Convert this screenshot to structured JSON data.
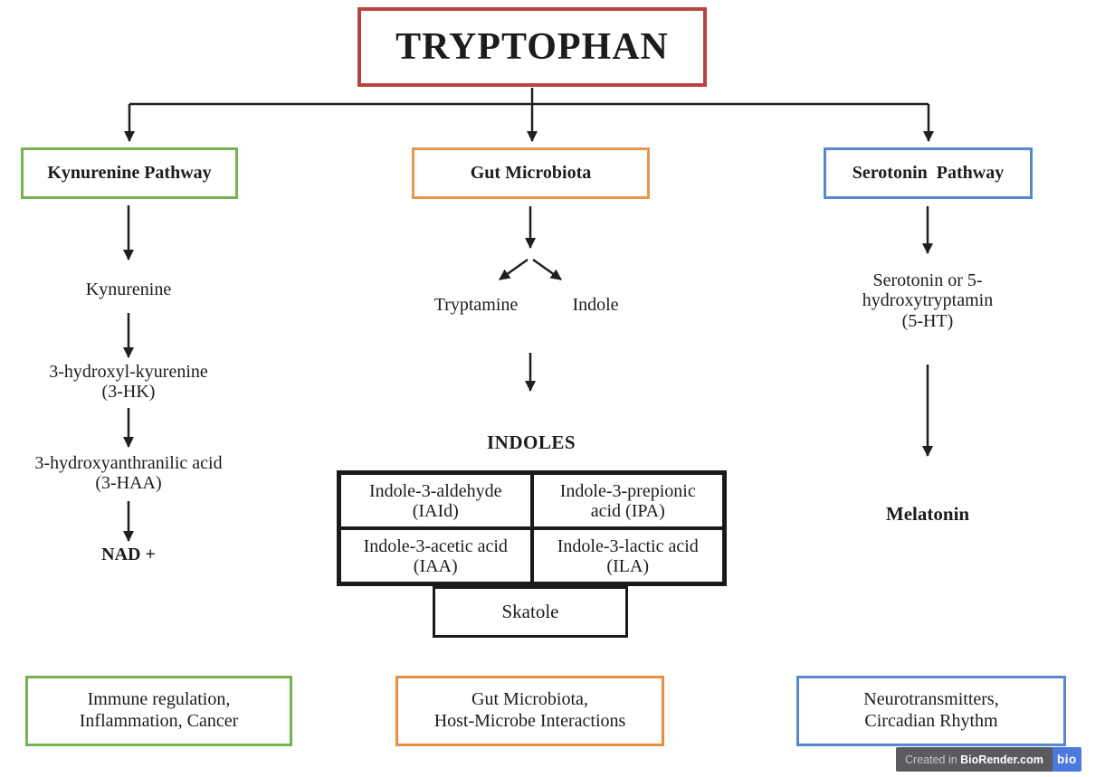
{
  "title": "TRYPTOPHAN",
  "colors": {
    "title_border_red": "#b9443c",
    "kynurenine_green": "#76b34e",
    "gut_orange": "#e6964e",
    "serotonin_blue": "#5589cc",
    "line_black": "#1f1f1f",
    "watermark_gray": "#5a5b5e",
    "watermark_blue": "#4b79dd"
  },
  "kynurenine_pathway": {
    "label": "Kynurenine Pathway",
    "node1": "Kynurenine",
    "node2": "3-hydroxyl-kyurenine\n(3-HK)",
    "node3": "3-hydroxyanthranilic acid\n(3-HAA)",
    "node4": "NAD +",
    "outcome": "Immune regulation,\nInflammation, Cancer"
  },
  "gut_microbiota": {
    "label": "Gut Microbiota",
    "branch_left": "Tryptamine",
    "branch_right": "Indole",
    "indoles_heading": "INDOLES",
    "table": {
      "cells": [
        "Indole-3-aldehyde\n(IAId)",
        "Indole-3-prepionic\nacid (IPA)",
        "Indole-3-acetic acid\n(IAA)",
        "Indole-3-lactic acid\n(ILA)"
      ]
    },
    "skatole": "Skatole",
    "outcome": "Gut Microbiota,\nHost-Microbe Interactions"
  },
  "serotonin_pathway": {
    "label": "Serotonin  Pathway",
    "node1": "Serotonin or 5-\nhydroxytryptamin\n(5-HT)",
    "node2": "Melatonin",
    "outcome": "Neurotransmitters,\nCircadian Rhythm"
  },
  "watermark": {
    "prefix": "Created in ",
    "brand": "BioRender.com",
    "logo": "bio"
  }
}
